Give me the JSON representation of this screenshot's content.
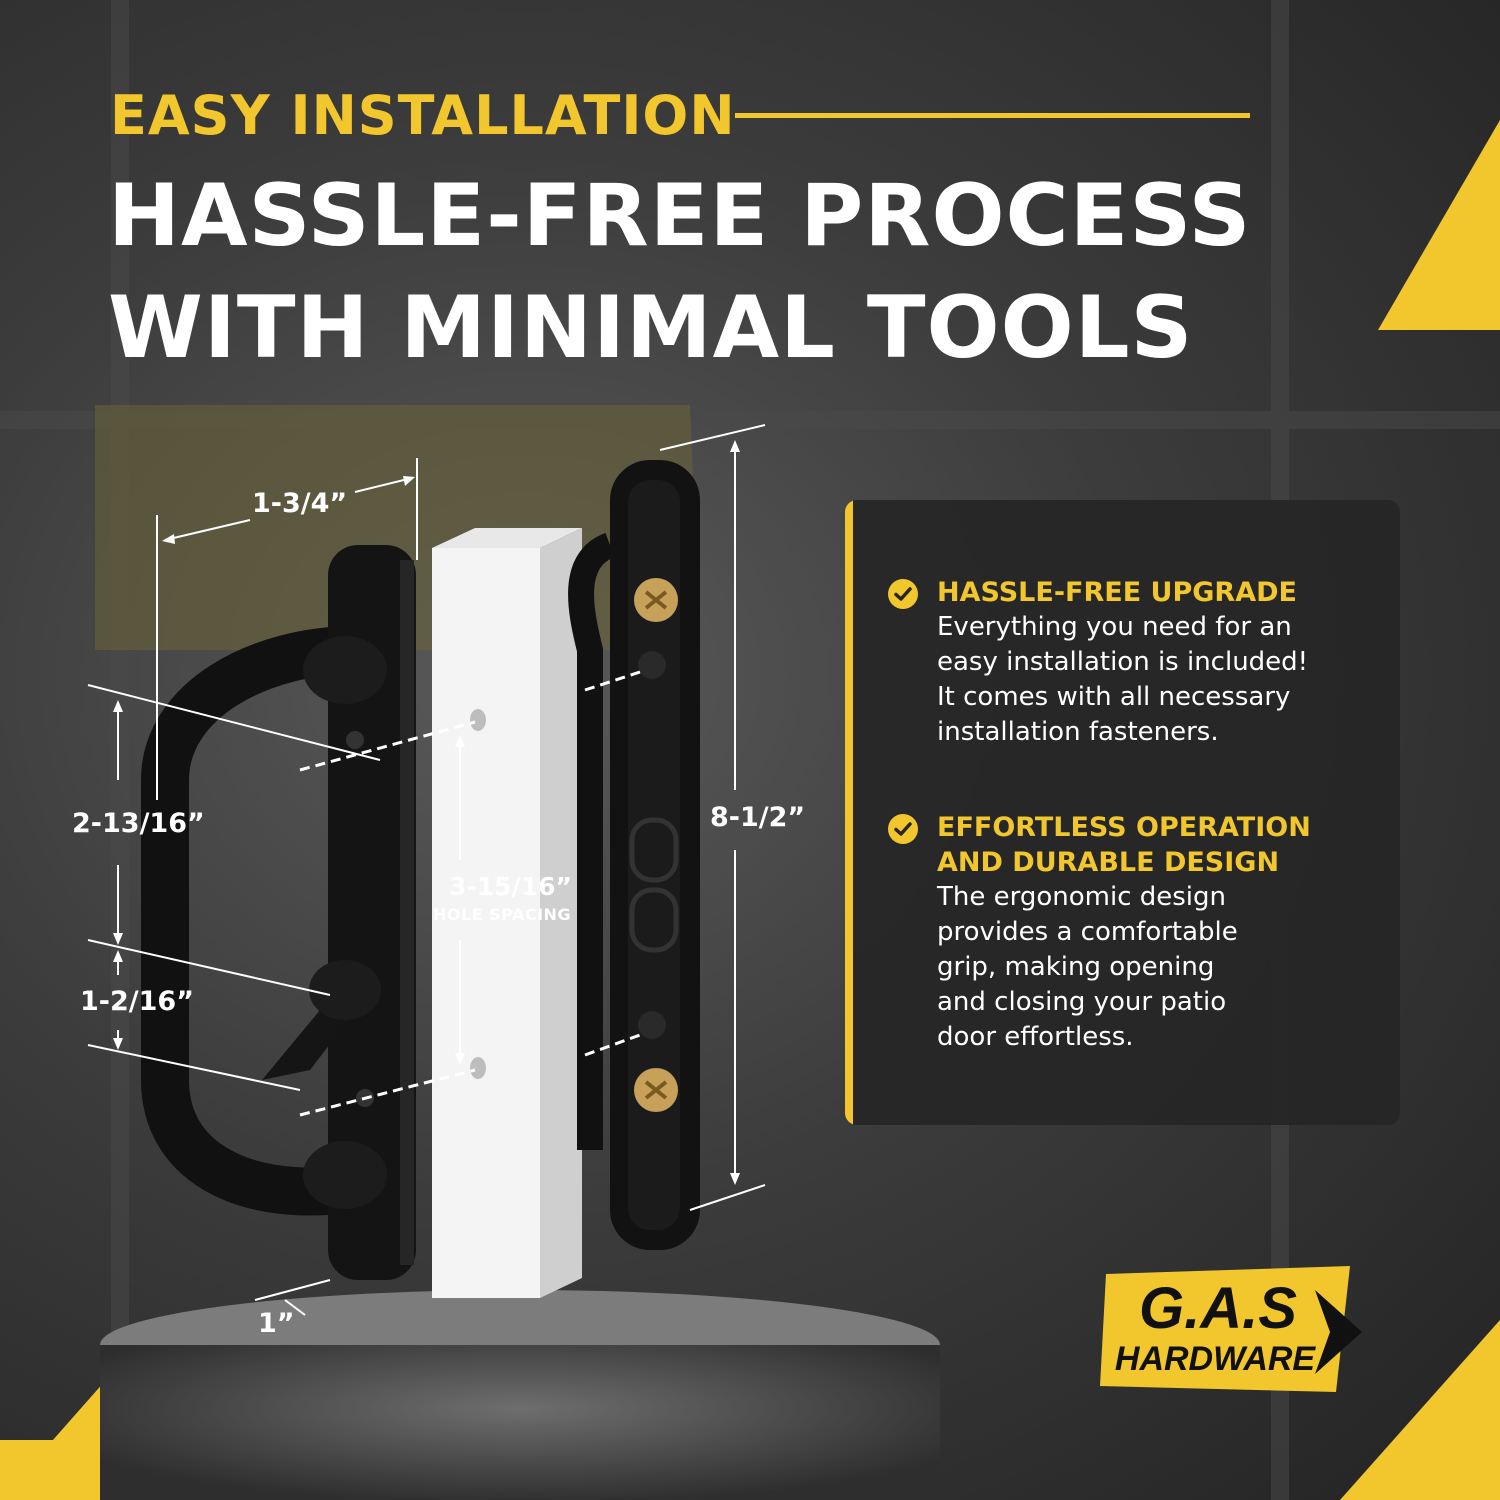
{
  "header": {
    "eyebrow": "EASY INSTALLATION",
    "headline_line1": "HASSLE-FREE PROCESS",
    "headline_line2": "WITH MINIMAL TOOLS"
  },
  "dimensions": {
    "width": "1-3/4”",
    "upper_span": "2-13/16”",
    "lower_span": "1-2/16”",
    "depth": "1”",
    "hole_spacing_value": "3-15/16”",
    "hole_spacing_label": "HOLE SPACING",
    "overall_height": "8-1/2”"
  },
  "features": [
    {
      "icon": "check-circle-icon",
      "title": "HASSLE-FREE UPGRADE",
      "body_lines": [
        "Everything you need for an",
        "easy installation is included!",
        "It comes with all necessary",
        "installation fasteners."
      ]
    },
    {
      "icon": "check-circle-icon",
      "title_lines": [
        "EFFORTLESS OPERATION",
        "AND DURABLE DESIGN"
      ],
      "body_lines": [
        "The ergonomic design",
        "provides a comfortable",
        "grip, making opening",
        "and closing your patio",
        "door effortless."
      ]
    }
  ],
  "brand": {
    "logo_line1": "G.A.S",
    "logo_line2": "HARDWARE"
  },
  "colors": {
    "accent": "#f2c62d",
    "background": "#3a3a3a",
    "panel": "#262626",
    "text": "#ffffff"
  }
}
